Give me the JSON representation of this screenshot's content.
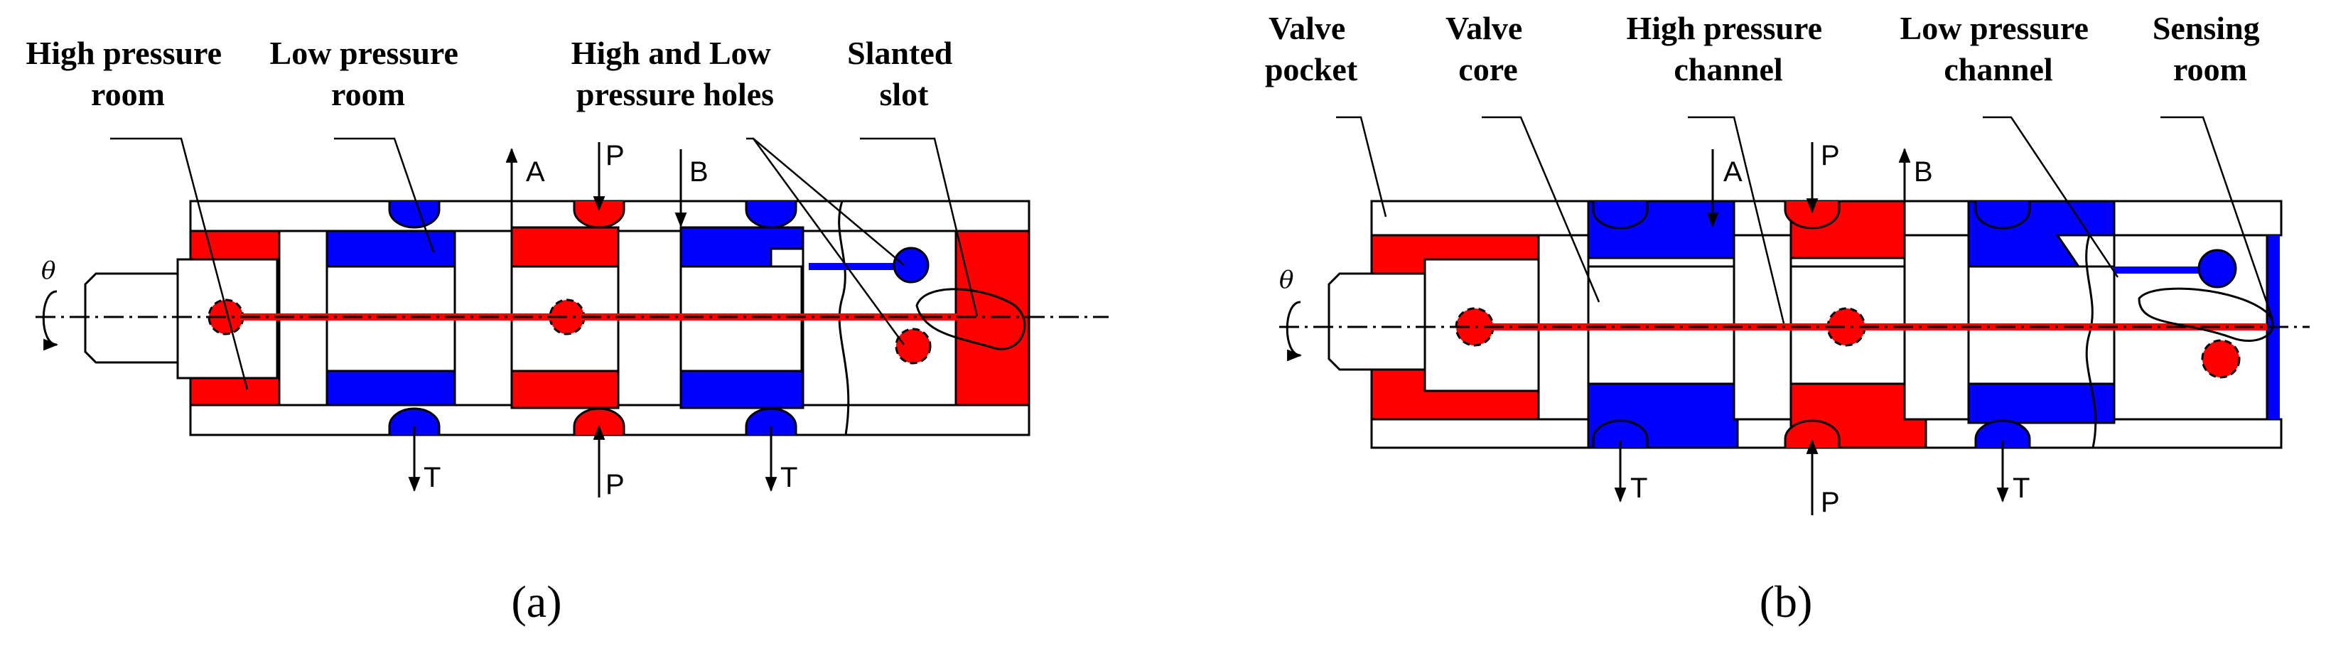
{
  "panel_a": {
    "labels": {
      "high_pressure_room": [
        "High pressure",
        "room"
      ],
      "low_pressure_room": [
        "Low pressure",
        "room"
      ],
      "holes": [
        "High and Low",
        "pressure holes"
      ],
      "slanted_slot": [
        "Slanted",
        "slot"
      ]
    },
    "ports": {
      "a": "A",
      "p_top": "P",
      "b": "B",
      "t_left": "T",
      "p_bottom": "P",
      "t_right": "T"
    },
    "rotation_symbol": "θ",
    "caption": "(a)"
  },
  "panel_b": {
    "labels": {
      "valve_pocket": [
        "Valve",
        "pocket"
      ],
      "valve_core": [
        "Valve",
        "core"
      ],
      "high_pressure_channel": [
        "High pressure",
        "channel"
      ],
      "low_pressure_channel": [
        "Low pressure",
        "channel"
      ],
      "sensing_room": [
        "Sensing",
        "room"
      ]
    },
    "ports": {
      "a": "A",
      "p_top": "P",
      "b": "B",
      "t_left": "T",
      "p_bottom": "P",
      "t_right": "T"
    },
    "rotation_symbol": "θ",
    "caption": "(b)"
  },
  "colors": {
    "high_pressure": "#ff0000",
    "low_pressure": "#0000ff",
    "outline": "#000000",
    "background": "#ffffff"
  }
}
